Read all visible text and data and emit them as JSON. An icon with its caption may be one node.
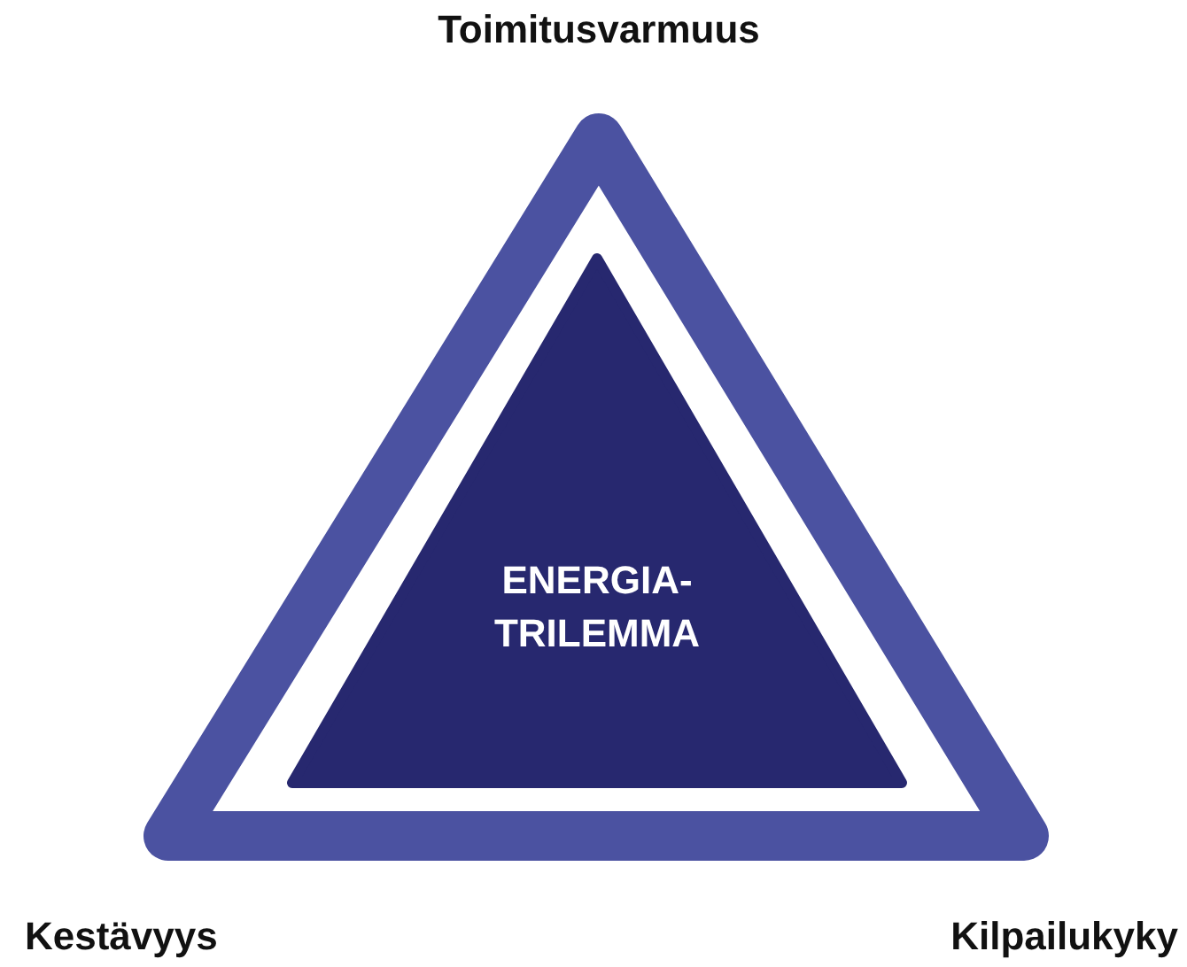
{
  "diagram": {
    "nodes": [
      {
        "text": [],
        "shape": "triangle"
      },
      {
        "text": [
          "ENERGIA- TRILEMMA"
        ],
        "in": 0
      }
    ],
    "labels": [
      "Toimitusvarmuus",
      "Kestävyys",
      "Kilpailukyky"
    ]
  }
}
